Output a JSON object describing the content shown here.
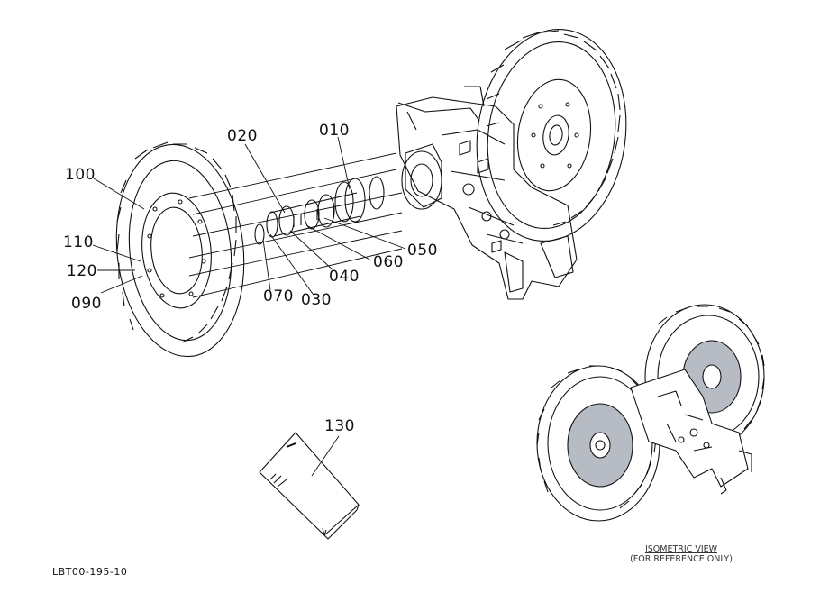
{
  "callouts": {
    "c010": "010",
    "c020": "020",
    "c030": "030",
    "c040": "040",
    "c050": "050",
    "c060": "060",
    "c070": "070",
    "c090": "090",
    "c100": "100",
    "c110": "110",
    "c120": "120",
    "c130": "130"
  },
  "isometric": {
    "title": "ISOMETRIC VIEW",
    "subtitle": "(FOR REFERENCE ONLY)"
  },
  "drawing_id": "LBT00-195-10",
  "colors": {
    "line": "#111111",
    "shade": "#b7bcc4",
    "paper": "#ffffff"
  }
}
